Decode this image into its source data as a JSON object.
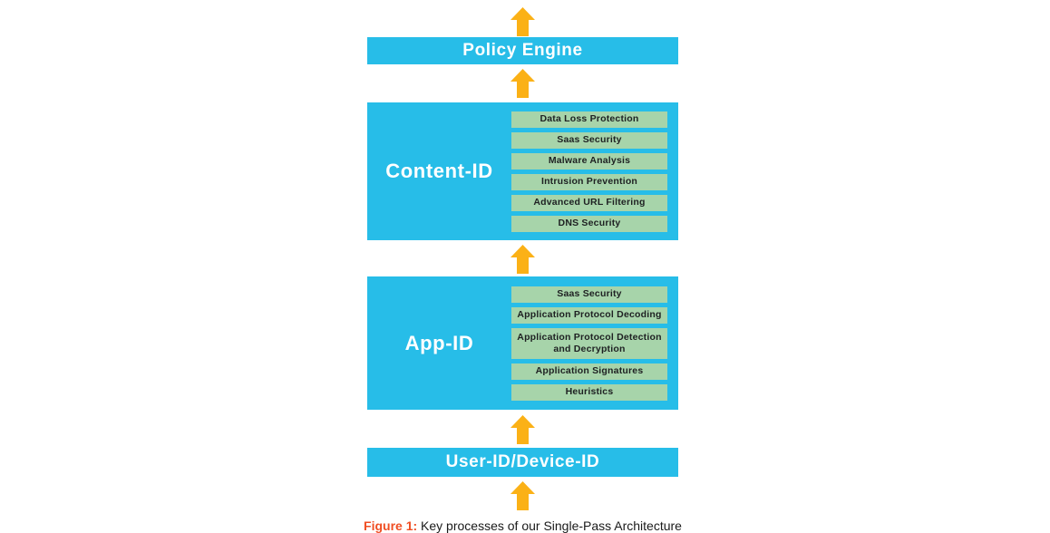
{
  "colors": {
    "cyan": "#27BDE8",
    "arrow_yellow": "#FBB116",
    "pill_green": "#A7D4AA",
    "pill_text": "#1E2022",
    "box_label": "#FFFFFF",
    "caption_accent": "#F04E23",
    "caption_text": "#1A1A1A",
    "page_bg": "#FFFFFF"
  },
  "diagram": {
    "top_bar": {
      "label": "Policy Engine"
    },
    "layers": [
      {
        "label": "Content-ID",
        "items": [
          "Data Loss Protection",
          "Saas Security",
          "Malware Analysis",
          "Intrusion Prevention",
          "Advanced URL Filtering",
          "DNS Security"
        ]
      },
      {
        "label": "App-ID",
        "items": [
          "Saas Security",
          "Application Protocol Decoding",
          "Application Protocol Detection and Decryption",
          "Application Signatures",
          "Heuristics"
        ]
      }
    ],
    "bottom_bar": {
      "label": "User-ID/Device-ID"
    }
  },
  "caption": {
    "prefix": "Figure 1:",
    "text": " Key processes of our Single-Pass Architecture"
  }
}
